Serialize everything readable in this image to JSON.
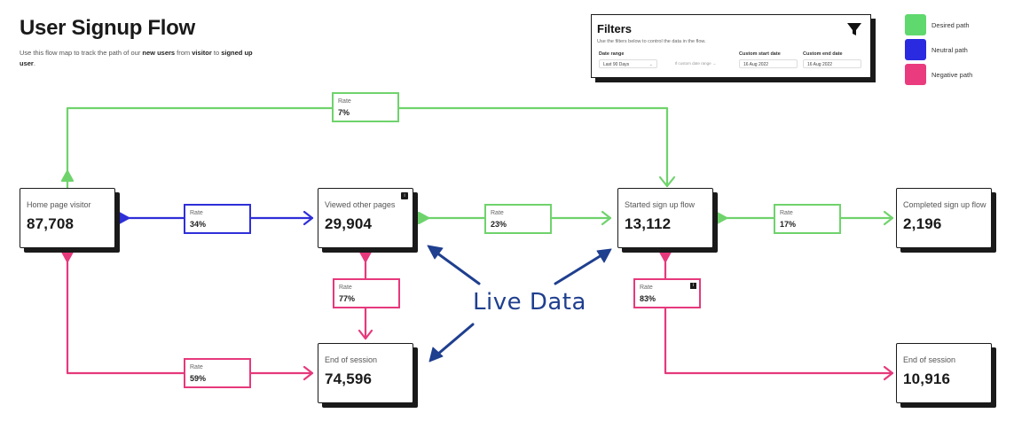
{
  "page": {
    "title": "User Signup Flow",
    "description_parts": [
      "Use this flow map to track the path of our ",
      "new users",
      " from ",
      "visitor",
      " to ",
      "signed up user",
      "."
    ]
  },
  "filters": {
    "title": "Filters",
    "description": "Use the filters below to control the data in the flow.",
    "date_range_label": "Date range",
    "date_range_value": "Last 90 Days",
    "custom_range_hint": "If custom date range",
    "custom_start_label": "Custom start date",
    "custom_start_value": "16 Aug 2022",
    "custom_end_label": "Custom end date",
    "custom_end_value": "16 Aug 2022",
    "icon": "funnel-icon"
  },
  "legend": [
    {
      "label": "Desired path",
      "color": "#5fd86e"
    },
    {
      "label": "Neutral path",
      "color": "#2a2ae0"
    },
    {
      "label": "Negative path",
      "color": "#ea3b7e"
    }
  ],
  "colors": {
    "desired": "#6fd36c",
    "neutral": "#2f2fd8",
    "negative": "#e6397c",
    "annotation": "#1f3f8f"
  },
  "nodes": {
    "home": {
      "label": "Home page visitor",
      "value": "87,708"
    },
    "viewed": {
      "label": "Viewed other pages",
      "value": "29,904",
      "badge": "i"
    },
    "started": {
      "label": "Started sign up flow",
      "value": "13,112"
    },
    "completed": {
      "label": "Completed sign up flow",
      "value": "2,196"
    },
    "end1": {
      "label": "End of session",
      "value": "74,596"
    },
    "end2": {
      "label": "End of session",
      "value": "10,916"
    }
  },
  "rates": {
    "top": {
      "label": "Rate",
      "value": "7%"
    },
    "home_viewed": {
      "label": "Rate",
      "value": "34%"
    },
    "viewed_started": {
      "label": "Rate",
      "value": "23%"
    },
    "started_completed": {
      "label": "Rate",
      "value": "17%"
    },
    "viewed_end": {
      "label": "Rate",
      "value": "77%"
    },
    "home_end": {
      "label": "Rate",
      "value": "59%"
    },
    "started_end": {
      "label": "Rate",
      "value": "83%",
      "badge": "i"
    }
  },
  "annotation": "Live Data"
}
